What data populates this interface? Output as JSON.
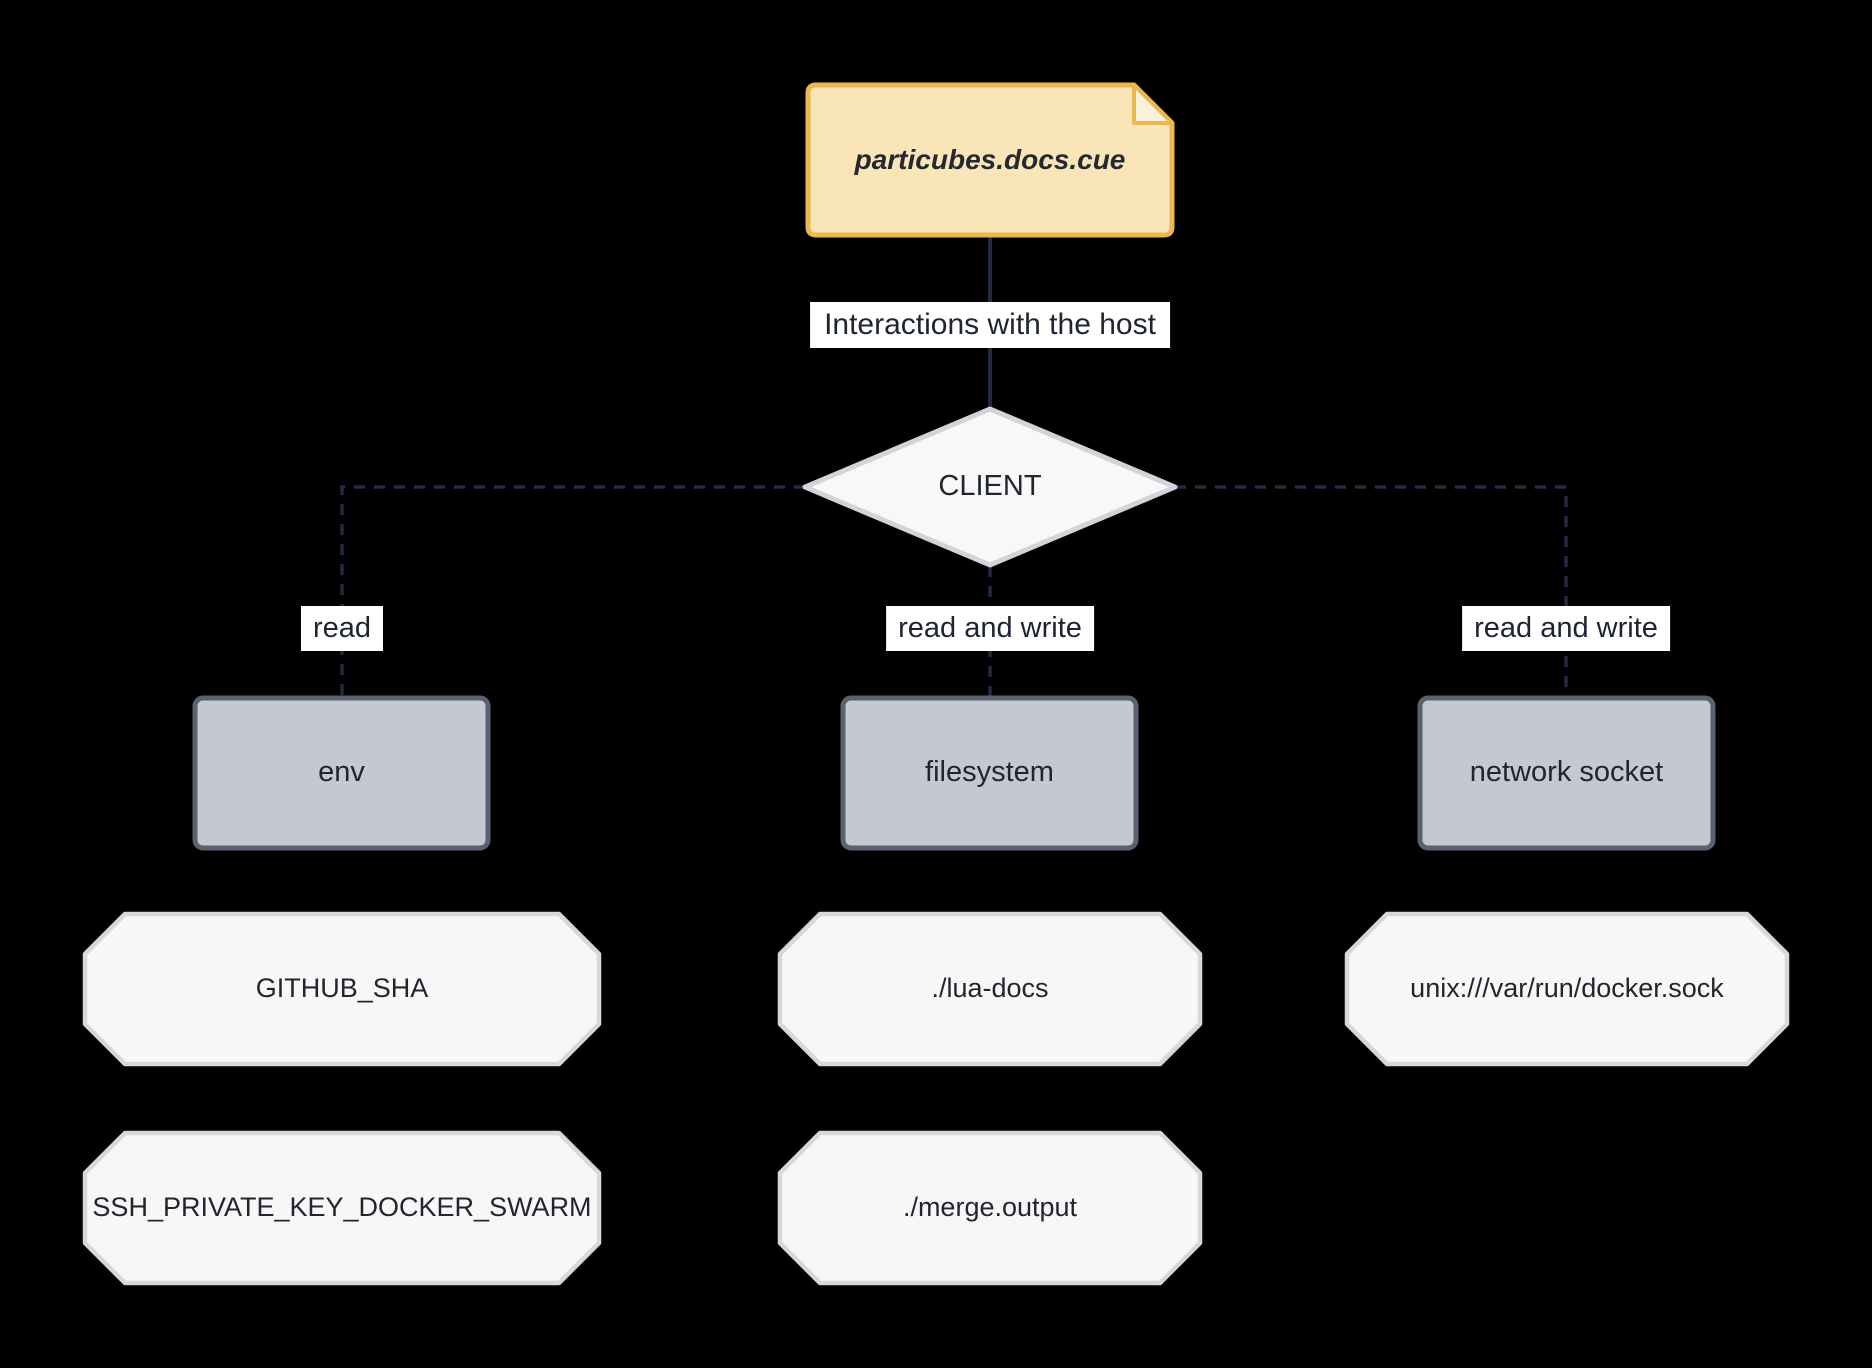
{
  "colors": {
    "background": "#000000",
    "edge_color": "#222940",
    "note_fill": "#F9E5B8",
    "note_border": "#ECB750",
    "note_fold_fill": "#FCF2DB",
    "label_bg": "#FFFFFF",
    "label_text": "#1F2433",
    "decision_fill": "#F8F8F9",
    "decision_border": "#D5D3D9",
    "resource_fill": "#C5C8D0",
    "resource_border": "#5A6170",
    "target_fill": "#F7F7F8",
    "target_border": "#D9D7DC",
    "node_text": "#21262E"
  },
  "diagram": {
    "note": {
      "label": "particubes.docs.cue"
    },
    "decision": {
      "label": "CLIENT"
    },
    "host_edge": {
      "label": "Interactions with the host"
    },
    "branches": [
      {
        "label": "read"
      },
      {
        "label": "read and write"
      },
      {
        "label": "read and write"
      }
    ],
    "resources": [
      {
        "label": "env"
      },
      {
        "label": "filesystem"
      },
      {
        "label": "network socket"
      }
    ],
    "targets": [
      {
        "label": "GITHUB_SHA"
      },
      {
        "label": "./lua-docs"
      },
      {
        "label": "unix:///var/run/docker.sock"
      },
      {
        "label": "SSH_PRIVATE_KEY_DOCKER_SWARM"
      },
      {
        "label": "./merge.output"
      }
    ]
  }
}
